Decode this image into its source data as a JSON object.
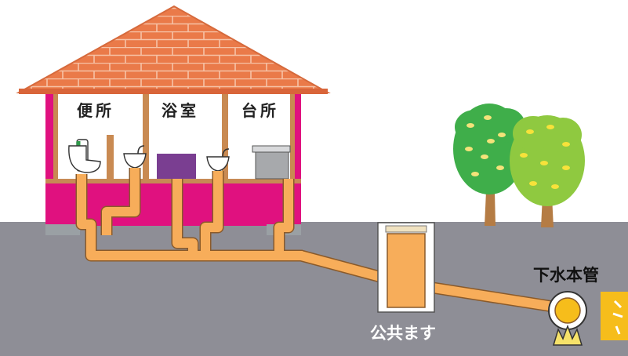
{
  "labels": {
    "toilet": "便所",
    "bathroom": "浴室",
    "kitchen": "台所",
    "public_basin": "公共ます",
    "main_sewer": "下水本管"
  },
  "colors": {
    "ground": "#8e8e96",
    "pipe": "#f7ad5a",
    "wall": "#e0117f",
    "roof": "#ea7a49",
    "wood": "#c98a52",
    "tree_leaf_dark": "#3fae4a",
    "tree_leaf_light": "#8fc940",
    "tree_trunk": "#b57c44",
    "fixture": "#a7a9ac",
    "bathtub": "#7a3e91",
    "sewer_water": "#f6bd1b"
  }
}
